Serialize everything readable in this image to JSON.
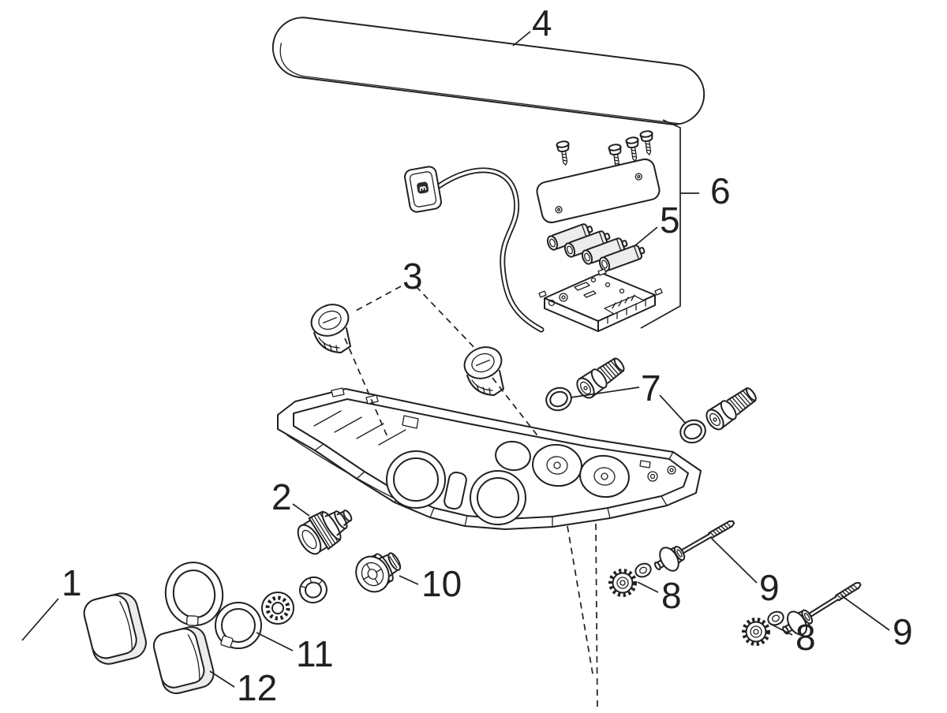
{
  "diagram": {
    "background_color": "#ffffff",
    "line_color": "#231f20",
    "callouts": {
      "c1": "1",
      "c2": "2",
      "c3": "3",
      "c4": "4",
      "c5": "5",
      "c6": "6",
      "c7": "7",
      "c8a": "8",
      "c8b": "8",
      "c9a": "9",
      "c9b": "9",
      "c10": "10",
      "c11": "11",
      "c12": "12"
    }
  }
}
